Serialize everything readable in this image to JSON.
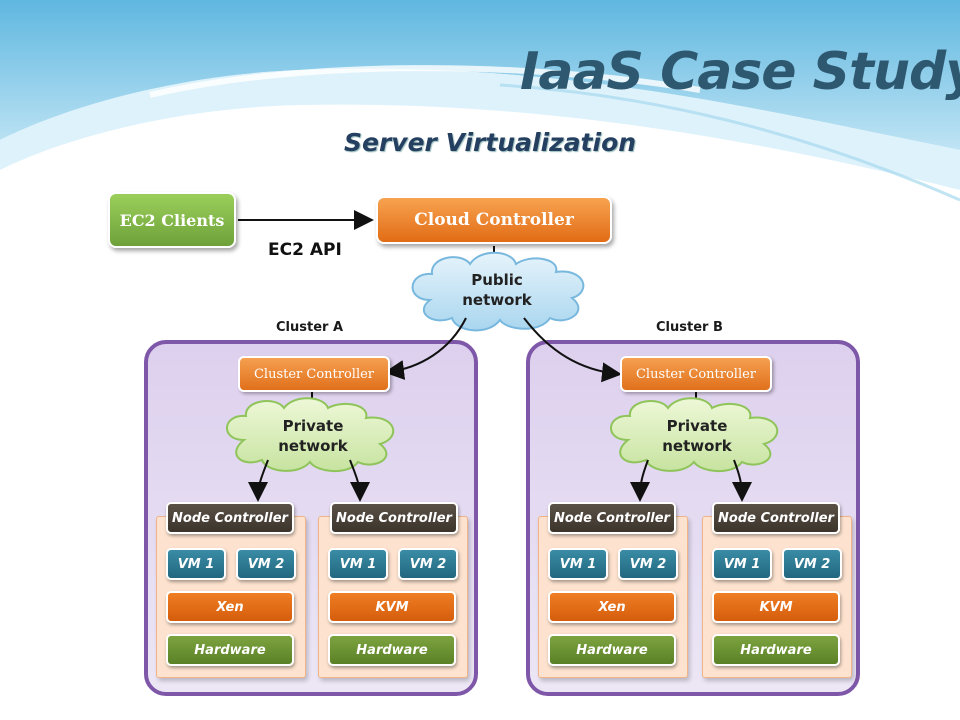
{
  "title": "IaaS Case Study",
  "subtitle": "Server Virtualization",
  "ec2_clients": "EC2 Clients",
  "cloud_controller": "Cloud Controller",
  "ec2_api": "EC2 API",
  "public_network": [
    "Public",
    "network"
  ],
  "clusters": [
    {
      "label": "Cluster A",
      "controller": "Cluster Controller",
      "private_network": [
        "Private",
        "network"
      ],
      "nodes": [
        {
          "controller": "Node Controller",
          "vms": [
            "VM 1",
            "VM 2"
          ],
          "hypervisor": "Xen",
          "hardware": "Hardware"
        },
        {
          "controller": "Node Controller",
          "vms": [
            "VM 1",
            "VM 2"
          ],
          "hypervisor": "KVM",
          "hardware": "Hardware"
        }
      ]
    },
    {
      "label": "Cluster B",
      "controller": "Cluster Controller",
      "private_network": [
        "Private",
        "network"
      ],
      "nodes": [
        {
          "controller": "Node Controller",
          "vms": [
            "VM 1",
            "VM 2"
          ],
          "hypervisor": "Xen",
          "hardware": "Hardware"
        },
        {
          "controller": "Node Controller",
          "vms": [
            "VM 1",
            "VM 2"
          ],
          "hypervisor": "KVM",
          "hardware": "Hardware"
        }
      ]
    }
  ],
  "colors": {
    "title": "#2e5870",
    "cluster_border": "#7e57a8",
    "orange": "#e26c16",
    "green": "#6ea13a",
    "teal": "#22677f",
    "dark": "#3b342c"
  }
}
